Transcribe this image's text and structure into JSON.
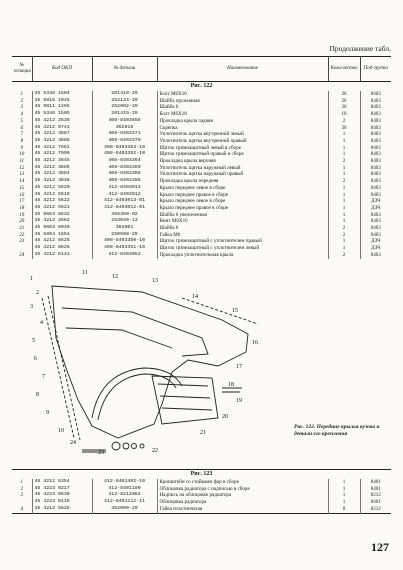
{
  "continuation": "Продолжение табл.",
  "headers": {
    "num": "№ позиции",
    "okp": "Код ОКП",
    "detail": "№ детали",
    "name": "Наименование",
    "qty": "Коли-чество",
    "group": "Под-группа"
  },
  "fig1": "Рис. 122",
  "rows1": [
    {
      "n": "1",
      "okp": "45 5346 1504",
      "det": "201418-29",
      "name": "Болт М6Х16",
      "qty": "26",
      "grp": "8403"
    },
    {
      "n": "2",
      "okp": "45 9816 1045",
      "det": "252134-29",
      "name": "Шайба пружинная",
      "qty": "26",
      "grp": "8403"
    },
    {
      "n": "3",
      "okp": "45 9811 1255",
      "det": "252002-29",
      "name": "Шайба 6",
      "qty": "36",
      "grp": "8403"
    },
    {
      "n": "4",
      "okp": "45 5346 1505",
      "det": "201419-29",
      "name": "Болт М6Х18",
      "qty": "10",
      "grp": "8403"
    },
    {
      "n": "5",
      "okp": "45 4212 3535",
      "det": "408-8403858",
      "name": "Прокладка крыла задняя",
      "qty": "2",
      "grp": "8403"
    },
    {
      "n": "6",
      "okp": "45 4212 9741",
      "det": "362916",
      "name": "Скрепка",
      "qty": "30",
      "grp": "8403"
    },
    {
      "n": "7",
      "okp": "45 4212 3887",
      "det": "408-8403371",
      "name": "Уплотнитель щитка внутренний левый",
      "qty": "1",
      "grp": "8403"
    },
    {
      "n": "8",
      "okp": "45 4212 3886",
      "det": "408-8403370",
      "name": "Уплотнитель щитка внутренний правый",
      "qty": "1",
      "grp": "8403"
    },
    {
      "n": "9",
      "okp": "45 4212 7661",
      "det": "408-8403353-10",
      "name": "Щиток грязезащитный левый в сборе",
      "qty": "1",
      "grp": "8403"
    },
    {
      "n": "10",
      "okp": "45 4212 7990",
      "det": "408-8403352-10",
      "name": "Щиток грязезащитный правый в сборе",
      "qty": "1",
      "grp": "8403"
    },
    {
      "n": "11",
      "okp": "45 4212 3845",
      "det": "408-8403364",
      "name": "Прокладка крыла верхняя",
      "qty": "2",
      "grp": "8403"
    },
    {
      "n": "12",
      "okp": "45 4212 3885",
      "det": "408-8403369",
      "name": "Уплотнитель щитка наружный левый",
      "qty": "1",
      "grp": "8403"
    },
    {
      "n": "13",
      "okp": "45 4212 3884",
      "det": "408-8403368",
      "name": "Уплотнитель щитка наружный правый",
      "qty": "1",
      "grp": "8403"
    },
    {
      "n": "14",
      "okp": "45 4212 3846",
      "det": "408-8403366",
      "name": "Прокладка крыла передняя",
      "qty": "2",
      "grp": "8403"
    },
    {
      "n": "15",
      "okp": "45 4212 5520",
      "det": "412-8403013",
      "name": "Крыло переднее левое в сборе",
      "qty": "1",
      "grp": "8403"
    },
    {
      "n": "16",
      "okp": "45 4212 5519",
      "det": "412-8403012",
      "name": "Крыло переднее правое в сборе",
      "qty": "1",
      "grp": "8403"
    },
    {
      "n": "17",
      "okp": "45 4212 5522",
      "det": "412-8403013-01",
      "name": "Крыло переднее левое в сборе",
      "qty": "1",
      "grp": "ДЗЧ"
    },
    {
      "n": "18",
      "okp": "45 4212 5521",
      "det": "412-8403012-01",
      "name": "Крыло переднее правое в сборе",
      "qty": "1",
      "grp": "ДЗЧ"
    },
    {
      "n": "19",
      "okp": "45 9663 6632",
      "det": "355350-02",
      "name": "Шайба 6 увеличенная",
      "qty": "1",
      "grp": "8403"
    },
    {
      "n": "20",
      "okp": "45 4212 4562",
      "det": "253040-13",
      "name": "Винт М6Х16",
      "qty": "1",
      "grp": "8403"
    },
    {
      "n": "21",
      "okp": "45 9663 6040",
      "det": "362001",
      "name": "Шайба 6",
      "qty": "2",
      "grp": "8403"
    },
    {
      "n": "22",
      "okp": "45 5804 1654",
      "det": "250508-29",
      "name": "Гайка М6",
      "qty": "2",
      "grp": "8403"
    },
    {
      "n": "23",
      "okp": "45 4212 8625",
      "det": "408-8403350-10",
      "name": "Щиток грязезащитный с уплотнителем правый",
      "qty": "1",
      "grp": "ДЗЧ"
    },
    {
      "n": "",
      "okp": "45 4212 8626",
      "det": "408-8403351-10",
      "name": "Щиток грязезащитный с уплотнителем левый",
      "qty": "1",
      "grp": "ДЗЧ"
    },
    {
      "n": "24",
      "okp": "45 4212 5141",
      "det": "412-8403052",
      "name": "Прокладка уплотнительная крыла",
      "qty": "2",
      "grp": "8403"
    }
  ],
  "figure_caption": "Рис. 122. Передние крылья кузова и детали его крепления",
  "figure_labels": [
    "1",
    "2",
    "3",
    "4",
    "5",
    "6",
    "7",
    "8",
    "9",
    "10",
    "11",
    "12",
    "13",
    "14",
    "15",
    "16",
    "17",
    "18",
    "19",
    "20",
    "21",
    "22",
    "23",
    "24"
  ],
  "fig2": "Рис. 123",
  "rows2": [
    {
      "n": "1",
      "okp": "45 4212 5354",
      "det": "412-8401402-10",
      "name": "Кронштейн со стойками фар в сборе",
      "qty": "1",
      "grp": "8401"
    },
    {
      "n": "2",
      "okp": "45 4223 0217",
      "det": "412-8401100",
      "name": "Облицовка радиатора с надписью в сборе",
      "qty": "1",
      "grp": "8401"
    },
    {
      "n": "3",
      "okp": "45 4223 0630",
      "det": "412-8212062",
      "name": "Надпись на облицовке радиатора",
      "qty": "1",
      "grp": "8212"
    },
    {
      "n": "",
      "okp": "45 4223 0116",
      "det": "412-8401112-11",
      "name": "Облицовка радиатора",
      "qty": "1",
      "grp": "8401"
    },
    {
      "n": "4",
      "okp": "45 4212 5625",
      "det": "362099-29",
      "name": "Гайка пластинчатая",
      "qty": "8",
      "grp": "8212"
    }
  ],
  "page_number": "127"
}
